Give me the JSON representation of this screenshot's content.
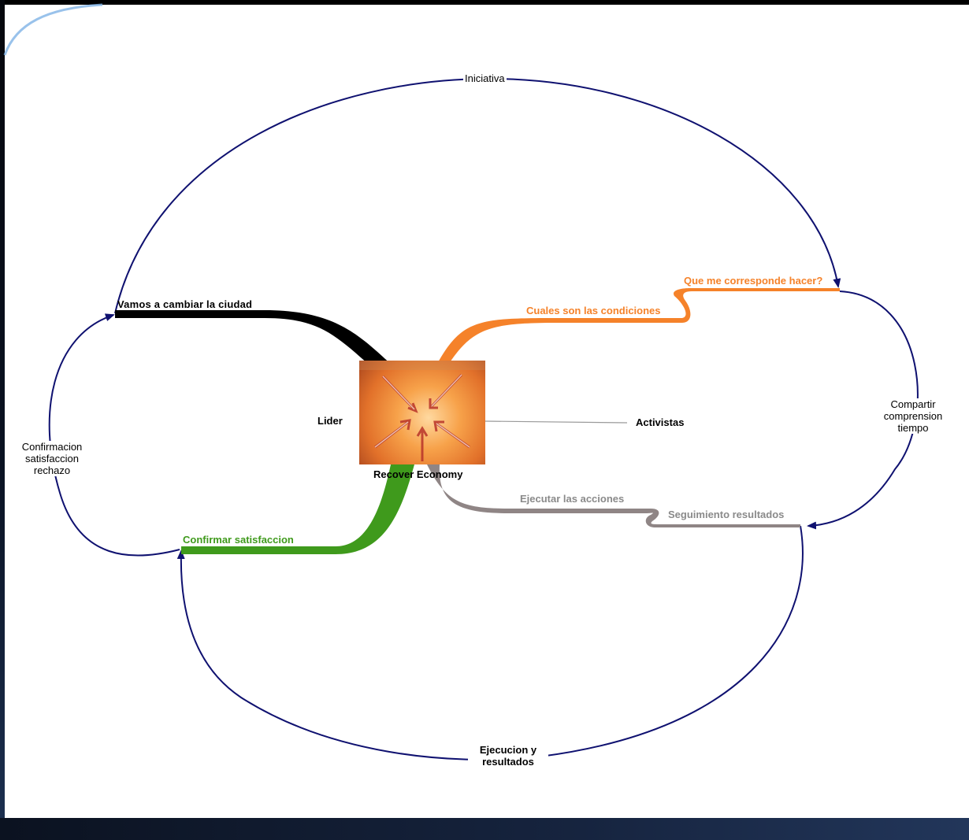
{
  "diagram": {
    "central_topic": "Recover Economy",
    "left_node": "Lider",
    "right_node": "Activistas",
    "branches": {
      "black": "Vamos a cambiar la ciudad",
      "orange_1": "Cuales son las condiciones",
      "orange_2": "Que me corresponde hacer?",
      "green": "Confirmar satisfaccion",
      "gray_1": "Ejecutar las acciones",
      "gray_2": "Seguimiento resultados"
    },
    "loops": {
      "top": "Iniciativa",
      "right": [
        "Compartir",
        "comprension",
        "tiempo"
      ],
      "left": [
        "Confirmacion",
        "satisfaccion",
        "rechazo"
      ],
      "bottom": [
        "Ejecucion y",
        "resultados"
      ]
    },
    "colors": {
      "black_branch": "#000000",
      "orange_branch": "#f5822a",
      "green_branch": "#3f9a1c",
      "gray_branch": "#8f8585",
      "loop": "#0f1170",
      "gray_text": "#8a8a8a",
      "green_text": "#3f9a1c",
      "orange_text": "#f5822a"
    }
  }
}
